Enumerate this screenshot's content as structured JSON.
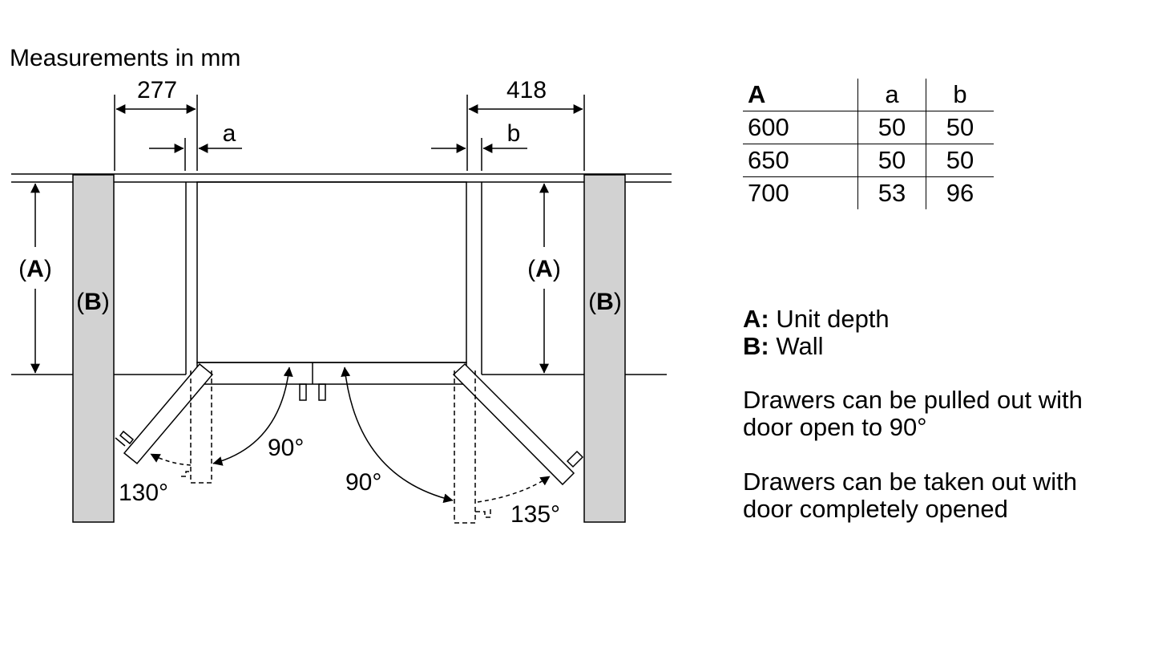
{
  "diagram": {
    "title": "Measurements in mm",
    "dim_left": "277",
    "dim_right": "418",
    "gap_a": "a",
    "gap_b": "b",
    "label_depth": "A",
    "label_wall": "B",
    "angle_left_door_90": "90°",
    "angle_left_door_max": "130°",
    "angle_right_door_90": "90°",
    "angle_right_door_max": "135°"
  },
  "table": {
    "headers": [
      "A",
      "a",
      "b"
    ],
    "rows": [
      [
        "600",
        "50",
        "50"
      ],
      [
        "650",
        "50",
        "50"
      ],
      [
        "700",
        "53",
        "96"
      ]
    ]
  },
  "legend": {
    "a_key": "A:",
    "a_text": "Unit depth",
    "b_key": "B:",
    "b_text": "Wall"
  },
  "notes": {
    "drawers_90_line1": "Drawers can be pulled out with",
    "drawers_90_line2": "door open to 90°",
    "drawers_full_line1": "Drawers can be taken out with",
    "drawers_full_line2": "door completely opened"
  },
  "colors": {
    "wall_fill": "#d2d2d2",
    "line": "#000000"
  }
}
